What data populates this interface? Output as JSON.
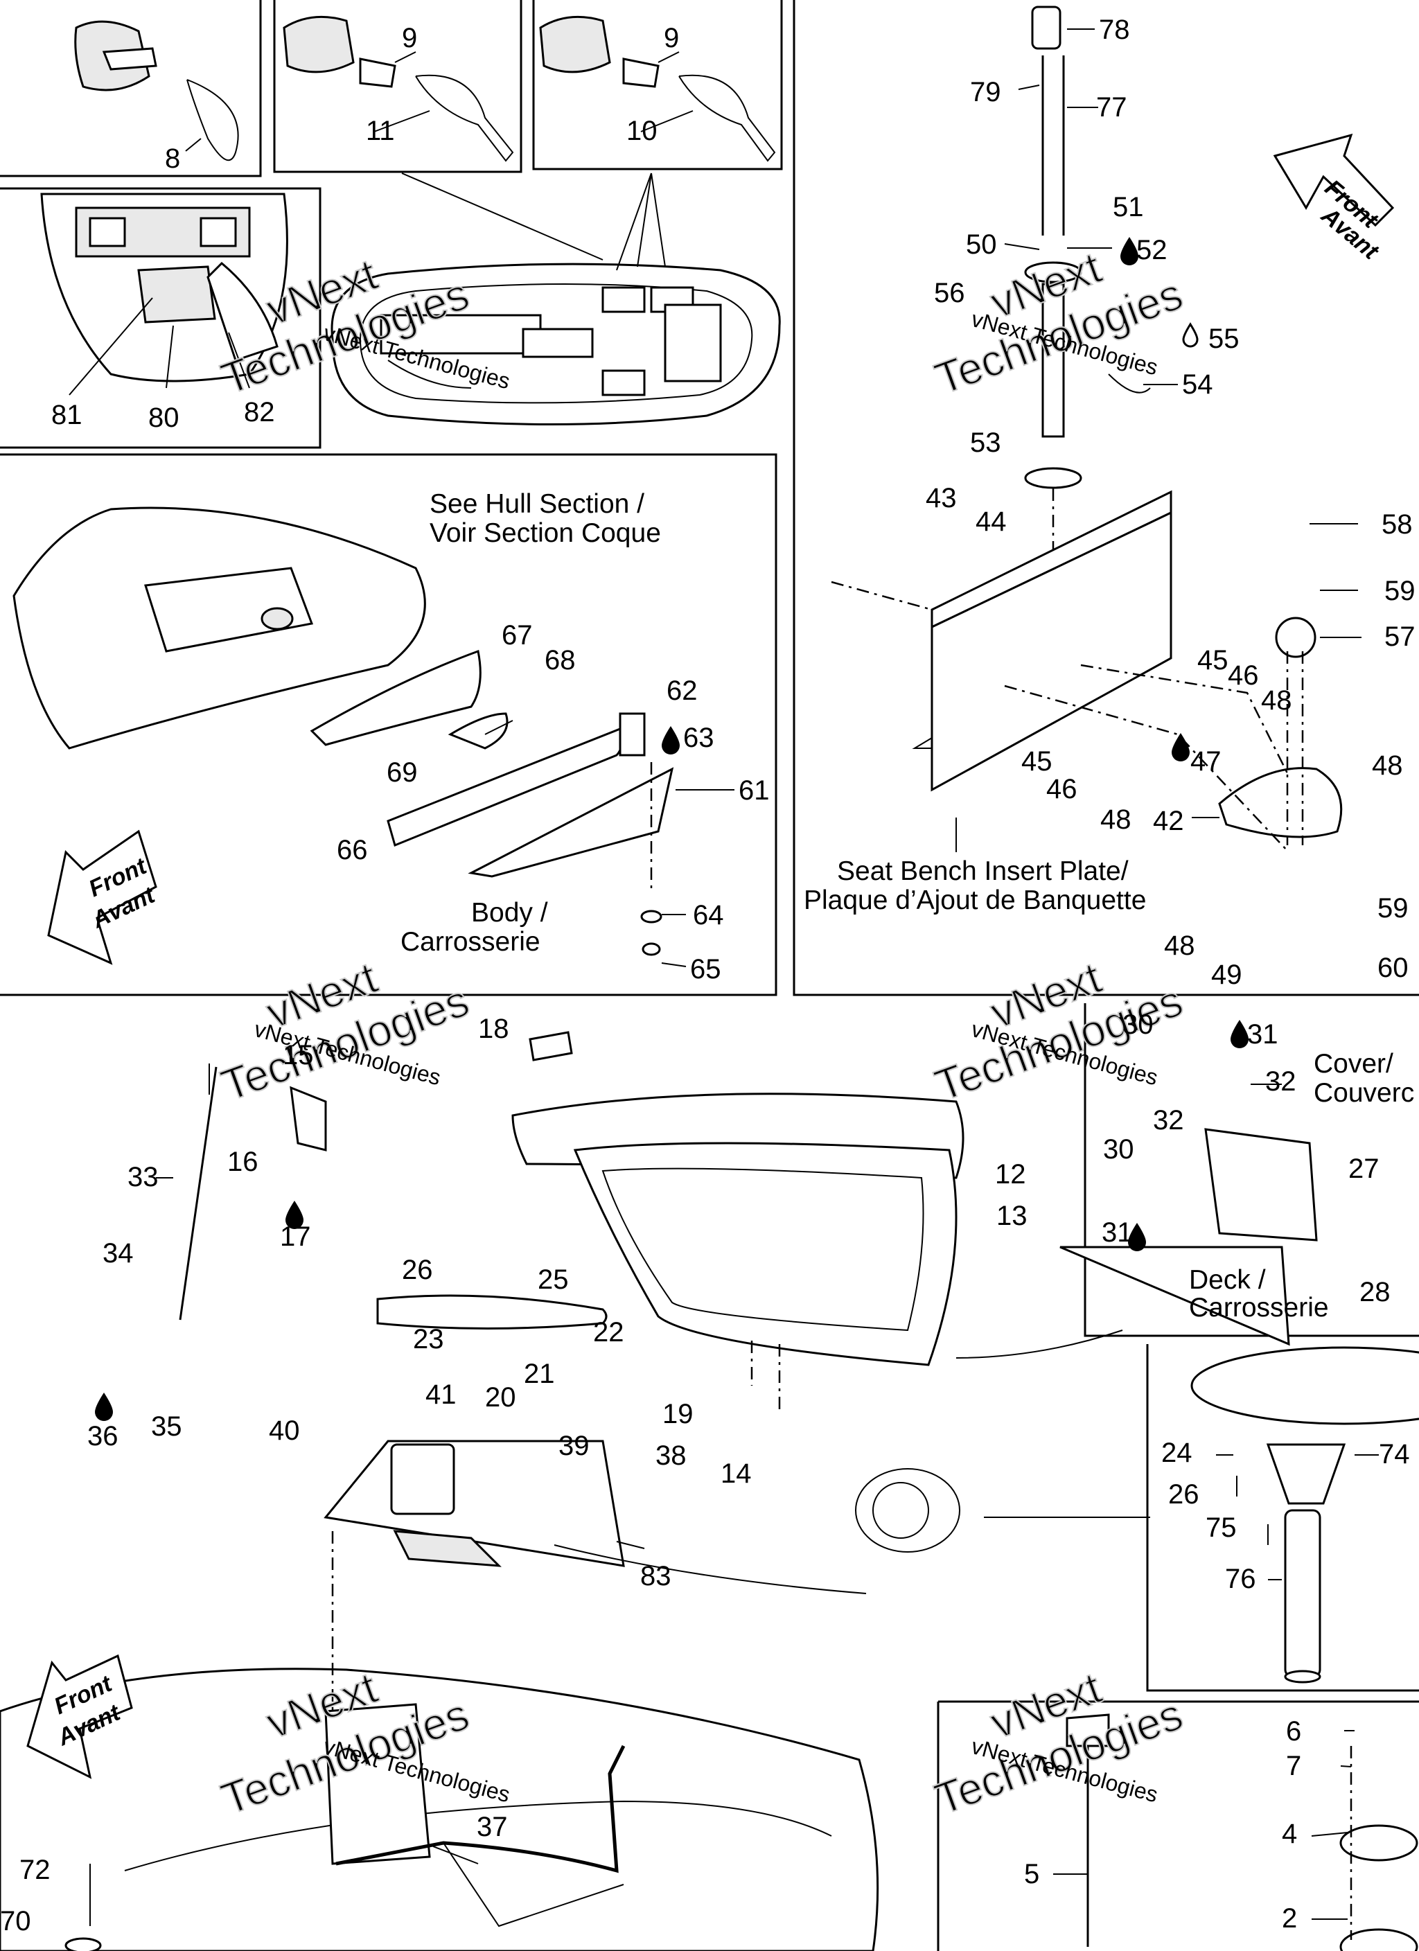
{
  "callouts": [
    {
      "id": "p8",
      "text": "8"
    },
    {
      "id": "p9a",
      "text": "9"
    },
    {
      "id": "p11",
      "text": "11"
    },
    {
      "id": "p9b",
      "text": "9"
    },
    {
      "id": "p10",
      "text": "10"
    },
    {
      "id": "p81",
      "text": "81"
    },
    {
      "id": "p80",
      "text": "80"
    },
    {
      "id": "p82",
      "text": "82"
    },
    {
      "id": "p78",
      "text": "78"
    },
    {
      "id": "p79",
      "text": "79"
    },
    {
      "id": "p77",
      "text": "77"
    },
    {
      "id": "p51",
      "text": "51"
    },
    {
      "id": "p50",
      "text": "50"
    },
    {
      "id": "p52",
      "text": "52"
    },
    {
      "id": "p56",
      "text": "56"
    },
    {
      "id": "p55",
      "text": "55"
    },
    {
      "id": "p54",
      "text": "54"
    },
    {
      "id": "p53",
      "text": "53"
    },
    {
      "id": "p43",
      "text": "43"
    },
    {
      "id": "p44",
      "text": "44"
    },
    {
      "id": "p58",
      "text": "58"
    },
    {
      "id": "p59a",
      "text": "59"
    },
    {
      "id": "p57",
      "text": "57"
    },
    {
      "id": "p45a",
      "text": "45"
    },
    {
      "id": "p46a",
      "text": "46"
    },
    {
      "id": "p48a",
      "text": "48"
    },
    {
      "id": "p45b",
      "text": "45"
    },
    {
      "id": "p47",
      "text": "47"
    },
    {
      "id": "p46b",
      "text": "46"
    },
    {
      "id": "p48b",
      "text": "48"
    },
    {
      "id": "p48c",
      "text": "48"
    },
    {
      "id": "p42",
      "text": "42"
    },
    {
      "id": "p59b",
      "text": "59"
    },
    {
      "id": "p48d",
      "text": "48"
    },
    {
      "id": "p49",
      "text": "49"
    },
    {
      "id": "p60",
      "text": "60"
    },
    {
      "id": "p67",
      "text": "67"
    },
    {
      "id": "p68",
      "text": "68"
    },
    {
      "id": "p62",
      "text": "62"
    },
    {
      "id": "p63",
      "text": "63"
    },
    {
      "id": "p69",
      "text": "69"
    },
    {
      "id": "p61",
      "text": "61"
    },
    {
      "id": "p66",
      "text": "66"
    },
    {
      "id": "p64",
      "text": "64"
    },
    {
      "id": "p65",
      "text": "65"
    },
    {
      "id": "p18",
      "text": "18"
    },
    {
      "id": "p15",
      "text": "15"
    },
    {
      "id": "p16",
      "text": "16"
    },
    {
      "id": "p17",
      "text": "17"
    },
    {
      "id": "p33",
      "text": "33"
    },
    {
      "id": "p34",
      "text": "34"
    },
    {
      "id": "p35",
      "text": "35"
    },
    {
      "id": "p36",
      "text": "36"
    },
    {
      "id": "p30a",
      "text": "30"
    },
    {
      "id": "p31a",
      "text": "31"
    },
    {
      "id": "p32a",
      "text": "32"
    },
    {
      "id": "p32b",
      "text": "32"
    },
    {
      "id": "p30b",
      "text": "30"
    },
    {
      "id": "p31b",
      "text": "31"
    },
    {
      "id": "p27",
      "text": "27"
    },
    {
      "id": "p28",
      "text": "28"
    },
    {
      "id": "p12",
      "text": "12"
    },
    {
      "id": "p13",
      "text": "13"
    },
    {
      "id": "p26a",
      "text": "26"
    },
    {
      "id": "p25",
      "text": "25"
    },
    {
      "id": "p23",
      "text": "23"
    },
    {
      "id": "p22",
      "text": "22"
    },
    {
      "id": "p21",
      "text": "21"
    },
    {
      "id": "p20",
      "text": "20"
    },
    {
      "id": "p19",
      "text": "19"
    },
    {
      "id": "p14",
      "text": "14"
    },
    {
      "id": "p41",
      "text": "41"
    },
    {
      "id": "p40",
      "text": "40"
    },
    {
      "id": "p39",
      "text": "39"
    },
    {
      "id": "p38",
      "text": "38"
    },
    {
      "id": "p83",
      "text": "83"
    },
    {
      "id": "p24",
      "text": "24"
    },
    {
      "id": "p74",
      "text": "74"
    },
    {
      "id": "p26b",
      "text": "26"
    },
    {
      "id": "p75",
      "text": "75"
    },
    {
      "id": "p76",
      "text": "76"
    },
    {
      "id": "p37",
      "text": "37"
    },
    {
      "id": "p72",
      "text": "72"
    },
    {
      "id": "p70",
      "text": "70"
    },
    {
      "id": "p6",
      "text": "6"
    },
    {
      "id": "p7",
      "text": "7"
    },
    {
      "id": "p4",
      "text": "4"
    },
    {
      "id": "p5",
      "text": "5"
    },
    {
      "id": "p2",
      "text": "2"
    }
  ],
  "captions": {
    "hull_section_1": "See Hull Section /",
    "hull_section_2": "Voir Section Coque",
    "seat_plate_1": "Seat Bench Insert Plate/",
    "seat_plate_2": "Plaque d’Ajout de Banquette",
    "body_1": "Body /",
    "body_2": "Carrosserie",
    "cover_1": "Cover/",
    "cover_2": "Couverc",
    "deck_1": "Deck /",
    "deck_2": "Carrosserie"
  },
  "direction_arrows": {
    "line1": "Front",
    "line2": "Avant"
  },
  "watermark": {
    "big_1": "vNext",
    "big_2": "Technologies",
    "small": "vNext Technologies"
  },
  "icons": [
    "oil-drop-icon",
    "front-arrow-icon"
  ]
}
